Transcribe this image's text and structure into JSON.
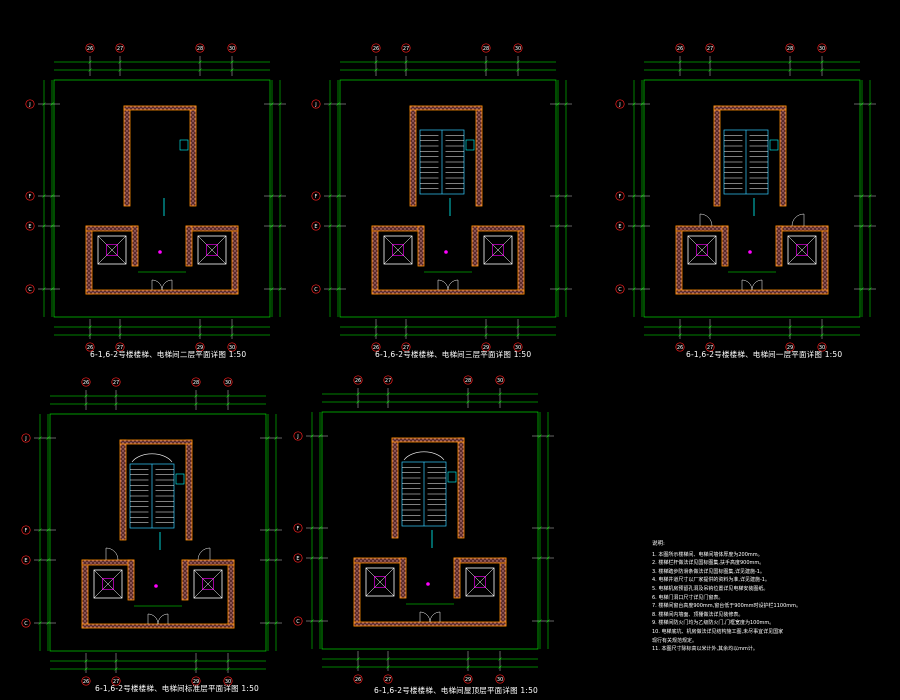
{
  "plans": [
    {
      "id": "p1",
      "title": "6-1,6-2号楼楼梯、电梯间二层平面详图",
      "scale": "1:50",
      "grid_top": [
        "26",
        "27",
        "28",
        "30"
      ],
      "grid_left": [
        "J",
        "F",
        "E",
        "C"
      ],
      "grid_bottom": [
        "26",
        "27",
        "29",
        "30"
      ]
    },
    {
      "id": "p2",
      "title": "6-1,6-2号楼楼梯、电梯间三层平面详图",
      "scale": "1:50",
      "grid_top": [
        "26",
        "27",
        "28",
        "30"
      ],
      "grid_left": [
        "J",
        "F",
        "E",
        "C"
      ],
      "grid_bottom": [
        "26",
        "27",
        "29",
        "30"
      ]
    },
    {
      "id": "p3",
      "title": "6-1,6-2号楼楼梯、电梯间一层平面详图",
      "scale": "1:50",
      "grid_top": [
        "26",
        "27",
        "28",
        "30"
      ],
      "grid_left": [
        "J",
        "F",
        "E",
        "C"
      ],
      "grid_bottom": [
        "26",
        "27",
        "29",
        "30"
      ]
    },
    {
      "id": "p4",
      "title": "6-1,6-2号楼楼梯、电梯间标准层平面详图",
      "scale": "1:50",
      "grid_top": [
        "26",
        "27",
        "28",
        "30"
      ],
      "grid_left": [
        "J",
        "F",
        "E",
        "C"
      ],
      "grid_bottom": [
        "26",
        "27",
        "29",
        "30"
      ]
    },
    {
      "id": "p5",
      "title": "6-1,6-2号楼楼梯、电梯间屋顶层平面详图",
      "scale": "1:50",
      "grid_top": [
        "26",
        "27",
        "28",
        "30"
      ],
      "grid_left": [
        "J",
        "F",
        "E",
        "C"
      ],
      "grid_bottom": [
        "26",
        "27",
        "29",
        "30"
      ]
    }
  ],
  "notes": {
    "heading": "说明:",
    "items": [
      "1. 本图所示楼梯间、电梯间墙体厚度为200mm。",
      "2. 楼梯栏杆做法详见国标图集,扶手高度900mm。",
      "3. 楼梯踏步防滑条做法详见国标图集,详见建施-1。",
      "4. 电梯井道尺寸以厂家提供的资料为准,详见建施-1。",
      "5. 电梯机房预留孔洞及吊钩位置详见电梯安装图纸。",
      "6. 电梯门洞口尺寸详见门窗表。",
      "7. 楼梯间窗台高度900mm,窗台低于900mm时设护栏1100mm。",
      "8. 楼梯间内墙面、顶棚做法详见装修表。",
      "9. 楼梯间防火门均为乙级防火门,门框宽度为100mm。",
      "10. 电梯底坑、机房做法详见结构施工图,未尽事宜详见国家",
      "    现行有关规范规定。",
      "11. 本图尺寸除标高以米计外,其余均以mm计。"
    ]
  },
  "colors": {
    "background": "#000000",
    "wall": "#ff8c00",
    "wall_fill": "#c87878",
    "dim": "#00ff00",
    "stair": "#33ccff",
    "elevator": "#ffffff",
    "magenta": "#ff00ff",
    "text": "#ffffff",
    "cyan": "#00ffff",
    "grid_bubble": "#ff2020"
  }
}
